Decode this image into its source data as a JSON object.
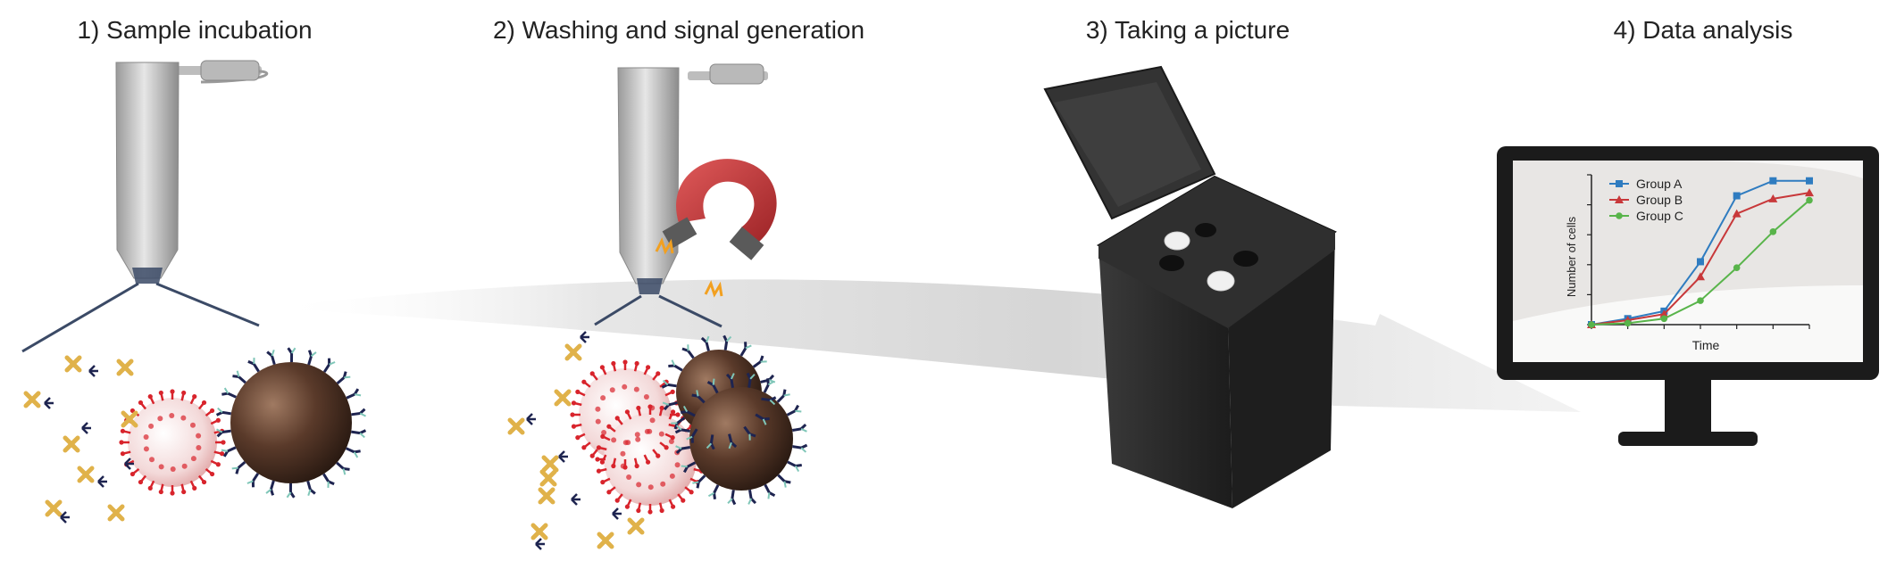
{
  "steps": [
    {
      "label": "1) Sample incubation"
    },
    {
      "label": "2) Washing and signal generation"
    },
    {
      "label": "3) Taking a picture"
    },
    {
      "label": "4) Data analysis"
    }
  ],
  "colors": {
    "tube": "#d0d0d0",
    "magnet_red": "#c8383a",
    "virus_red": "#d8242c",
    "bead_brown": "#5a3a2a",
    "antibody_navy": "#1e2450",
    "antigen_gold": "#e0b24a",
    "box_dark": "#2e2e2e",
    "monitor": "#1a1a1a",
    "group_a": "#2f7cc0",
    "group_b": "#c8383a",
    "group_c": "#58b44a"
  },
  "chart_data": {
    "type": "line",
    "title": "",
    "xlabel": "Time",
    "ylabel": "Number of cells",
    "x": [
      0,
      1,
      2,
      3,
      4,
      5,
      6
    ],
    "xlim": [
      0,
      6
    ],
    "ylim": [
      0,
      5
    ],
    "grid": false,
    "legend": "top-left",
    "series": [
      {
        "name": "Group A",
        "marker": "square",
        "color": "#2f7cc0",
        "values": [
          0,
          0.2,
          0.45,
          2.1,
          4.3,
          4.8,
          4.8
        ]
      },
      {
        "name": "Group B",
        "marker": "triangle",
        "color": "#c8383a",
        "values": [
          0,
          0.15,
          0.35,
          1.6,
          3.7,
          4.2,
          4.4
        ]
      },
      {
        "name": "Group C",
        "marker": "circle",
        "color": "#58b44a",
        "values": [
          0,
          0.05,
          0.2,
          0.8,
          1.9,
          3.1,
          4.15
        ]
      }
    ]
  }
}
